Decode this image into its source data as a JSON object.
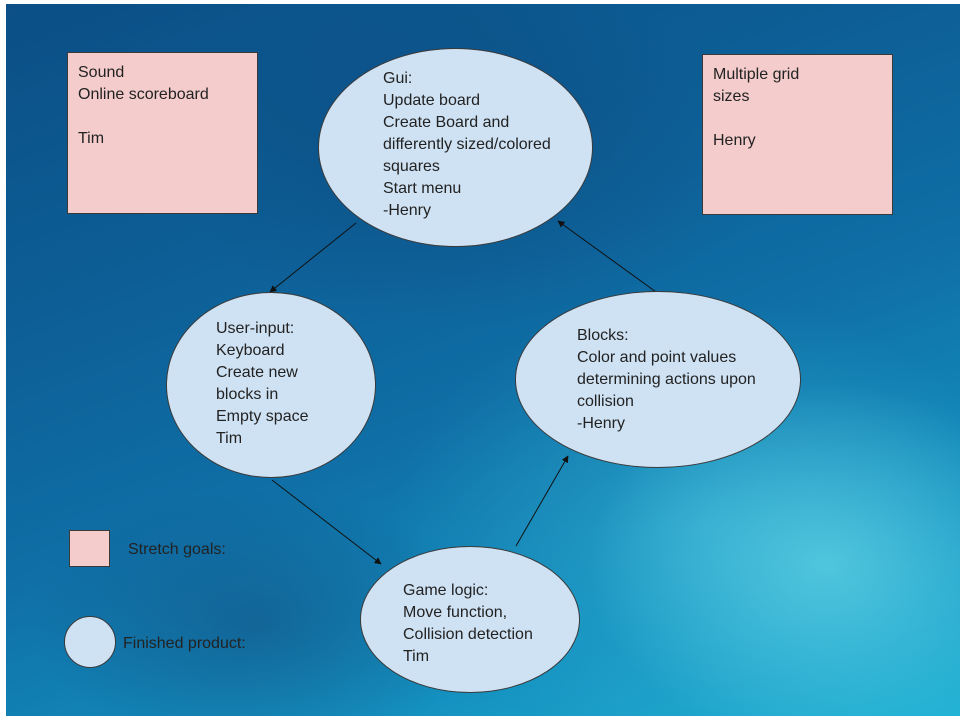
{
  "stretch_boxes": {
    "left": {
      "lines": [
        "Sound",
        "Online scoreboard",
        "",
        "Tim"
      ]
    },
    "right": {
      "lines": [
        "Multiple grid",
        "sizes",
        "",
        "Henry"
      ]
    }
  },
  "nodes": {
    "gui": {
      "lines": [
        "Gui:",
        "Update board",
        "Create Board and",
        "differently sized/colored",
        "squares",
        "Start menu",
        "-Henry"
      ]
    },
    "user_input": {
      "lines": [
        "User-input:",
        "Keyboard",
        "Create new",
        "blocks in",
        "Empty space",
        "Tim"
      ]
    },
    "blocks": {
      "lines": [
        "Blocks:",
        "Color and point values",
        "determining actions upon",
        "collision",
        "-Henry"
      ]
    },
    "game_logic": {
      "lines": [
        "Game logic:",
        "Move function,",
        "Collision detection",
        "Tim"
      ]
    }
  },
  "edges": [
    {
      "from": "gui",
      "to": "user_input"
    },
    {
      "from": "user_input",
      "to": "game_logic"
    },
    {
      "from": "game_logic",
      "to": "blocks"
    },
    {
      "from": "blocks",
      "to": "gui"
    }
  ],
  "legend": {
    "stretch_label": "Stretch goals:",
    "finished_label": "Finished product:"
  },
  "colors": {
    "stretch_fill": "#f4cccc",
    "finished_fill": "#cfe2f3",
    "outline": "#3a3a3a",
    "text": "#222222",
    "background": "#0f6fa6"
  }
}
